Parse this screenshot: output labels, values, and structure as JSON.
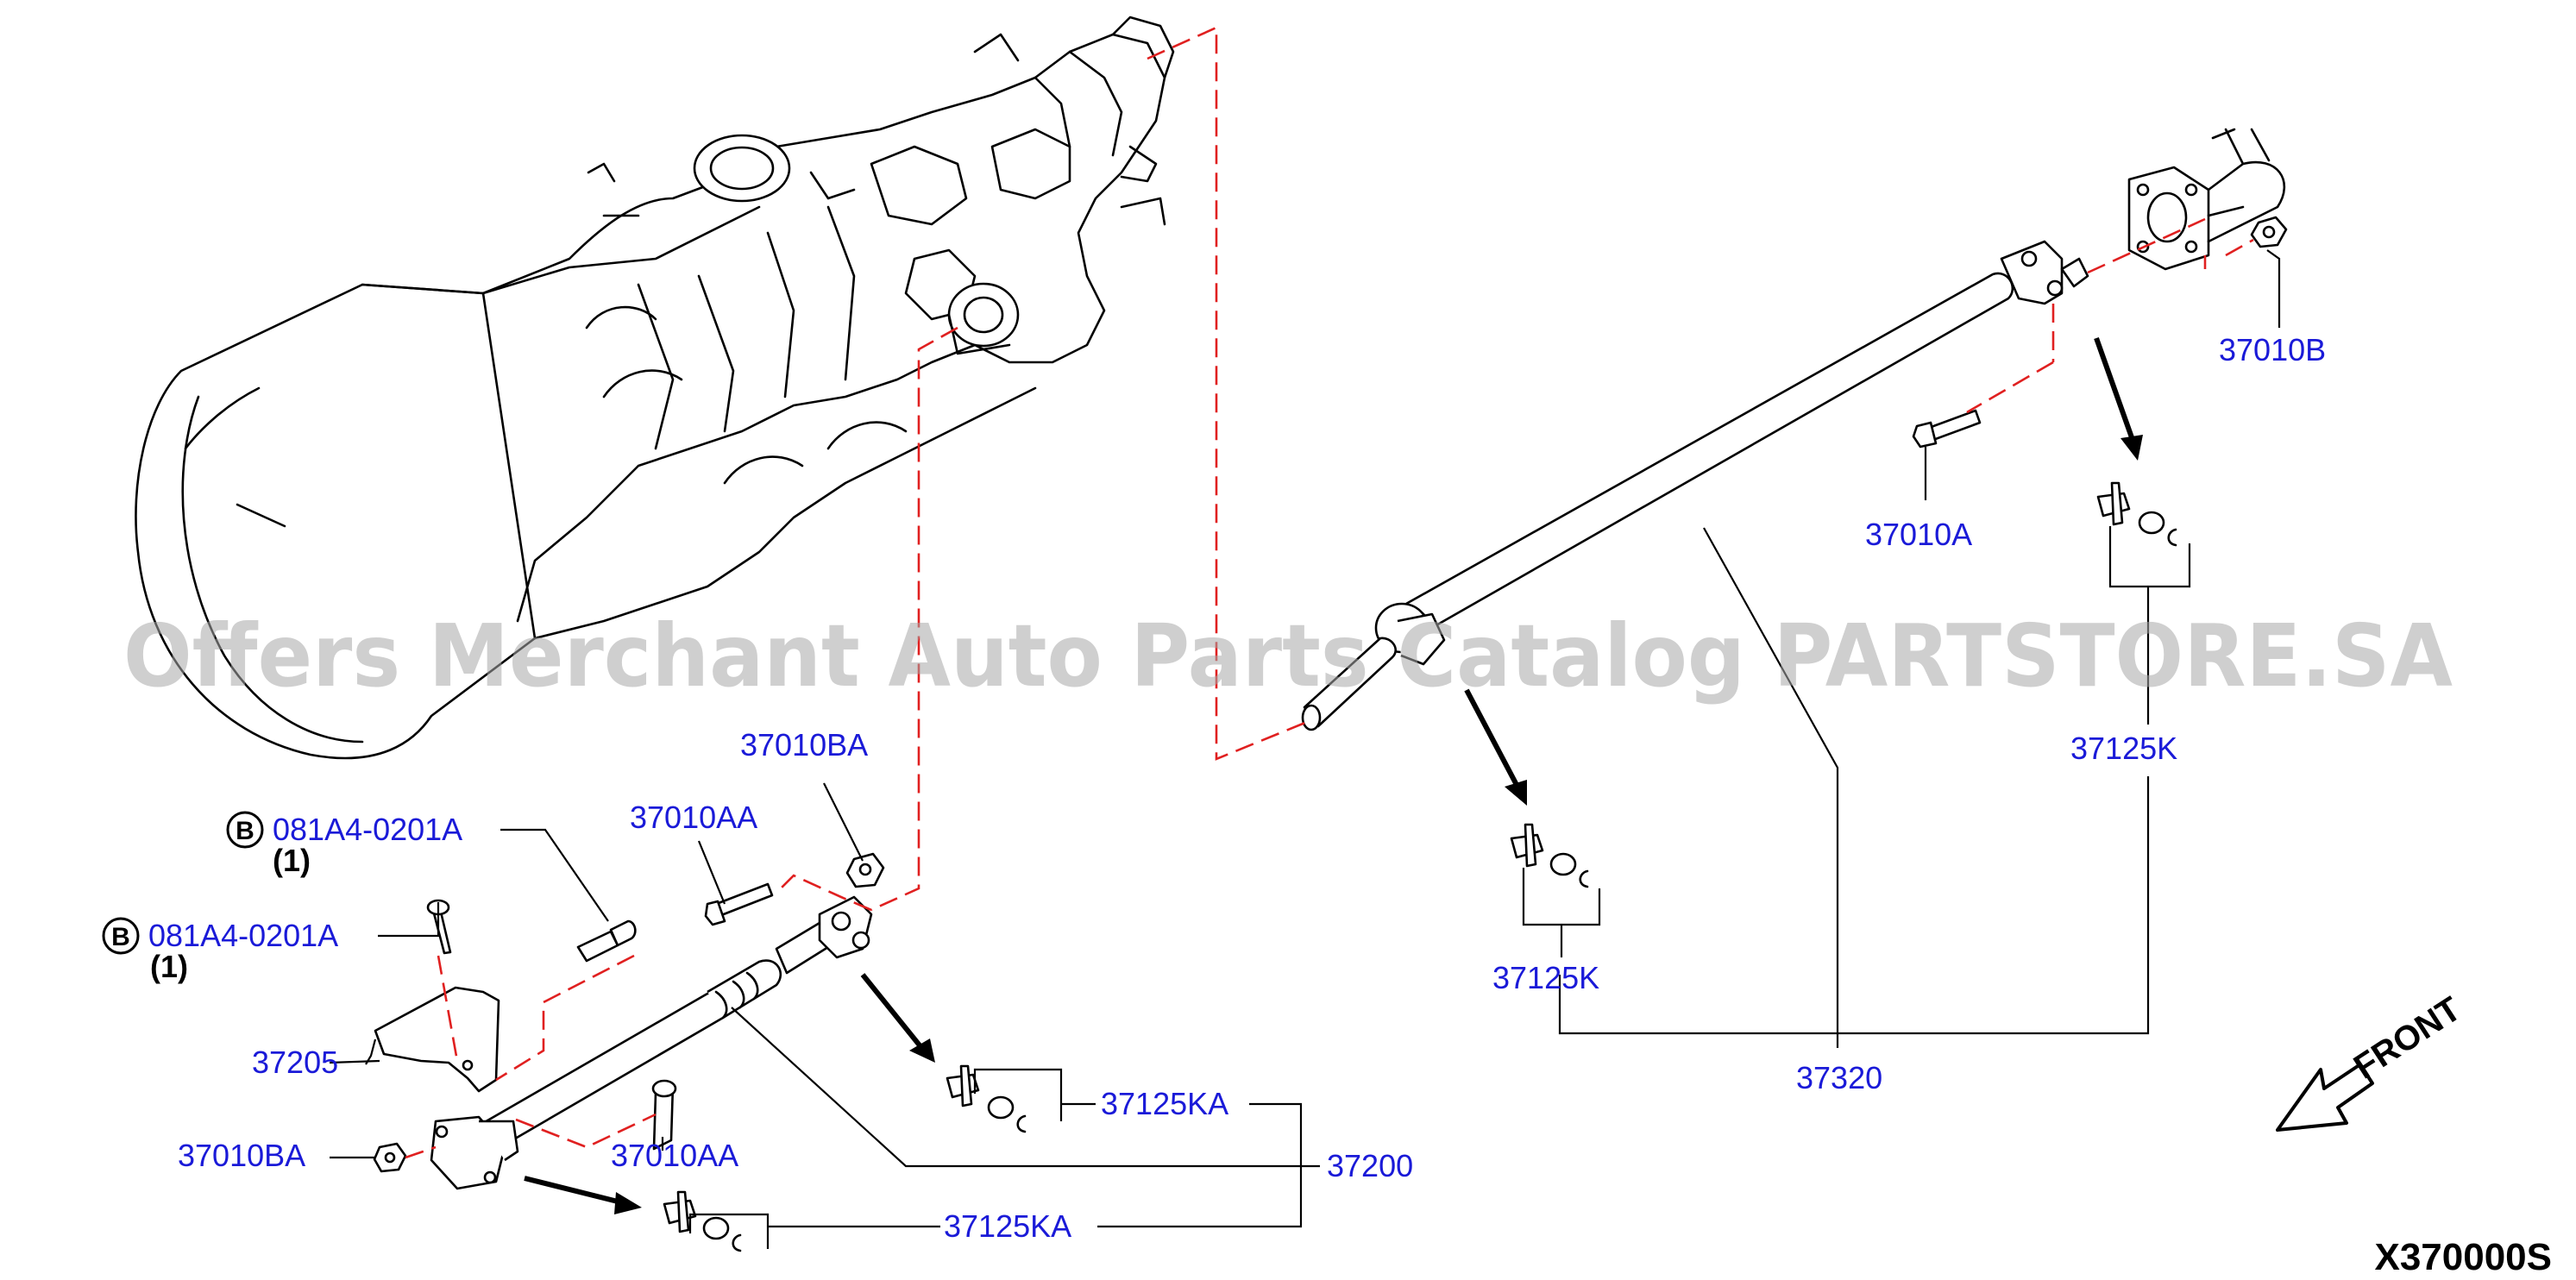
{
  "diagram_id": "X370000S",
  "front_label": "FRONT",
  "watermark": "Offers Merchant Auto Parts Catalog PARTSTORE.SA",
  "callouts": {
    "c_37010B": "37010B",
    "c_37010A": "37010A",
    "c_37125K_right": "37125K",
    "c_37125K_mid": "37125K",
    "c_37320": "37320",
    "c_37010BA_top": "37010BA",
    "c_37010AA_top": "37010AA",
    "c_081A4_top": "081A4-0201A",
    "c_081A4_bottom": "081A4-0201A",
    "c_37205": "37205",
    "c_37010BA_bottom": "37010BA",
    "c_37010AA_bottom": "37010AA",
    "c_37125KA_top": "37125KA",
    "c_37125KA_bottom": "37125KA",
    "c_37200": "37200"
  },
  "quantities": {
    "q_top": "(1)",
    "q_bottom": "(1)"
  },
  "badge_letter": "B"
}
